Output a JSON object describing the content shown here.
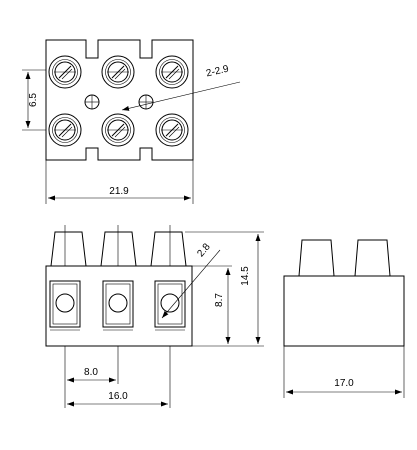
{
  "dimensions": {
    "top_height": "6.5",
    "hole_spec": "2-2.9",
    "top_width": "21.9",
    "front_pitch": "8.0",
    "front_span": "16.0",
    "front_hole_dia": "2.8",
    "front_body_height": "8.7",
    "total_height": "14.5",
    "side_depth": "17.0"
  }
}
